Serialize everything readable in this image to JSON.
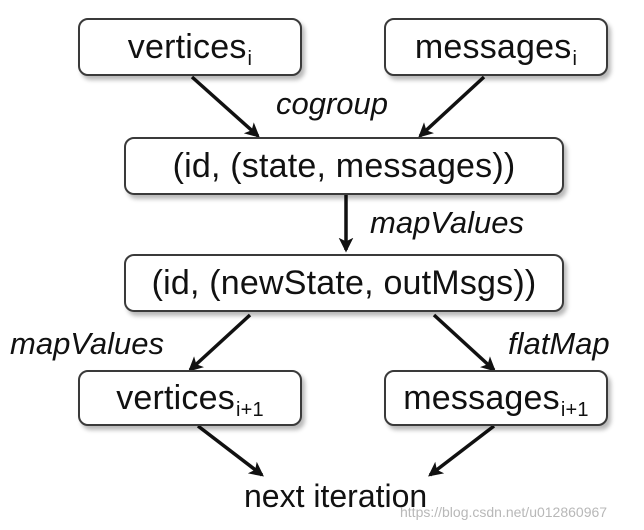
{
  "diagram": {
    "nodes": {
      "vertices_i": {
        "text": "vertices",
        "sub": "i"
      },
      "messages_i": {
        "text": "messages",
        "sub": "i"
      },
      "grouped": {
        "text": "(id, (state, messages))"
      },
      "mapped": {
        "text": "(id, (newState, outMsgs))"
      },
      "vertices_next": {
        "text": "vertices",
        "sub": "i+1"
      },
      "messages_next": {
        "text": "messages",
        "sub": "i+1"
      }
    },
    "edge_labels": {
      "cogroup": "cogroup",
      "map_values_1": "mapValues",
      "map_values_2": "mapValues",
      "flat_map": "flatMap"
    },
    "terminal": "next iteration",
    "watermark": "https://blog.csdn.net/u012860967"
  }
}
